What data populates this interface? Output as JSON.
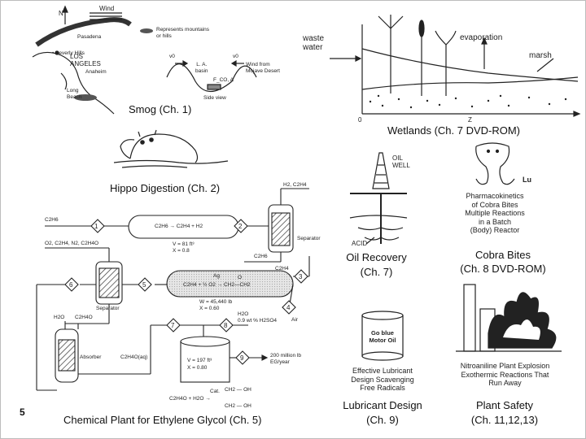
{
  "page_number": "5",
  "captions": {
    "smog": "Smog (Ch. 1)",
    "wetlands": "Wetlands (Ch. 7 DVD-ROM)",
    "hippo": "Hippo Digestion (Ch. 2)",
    "oil_recovery_1": "Oil Recovery",
    "oil_recovery_2": "(Ch. 7)",
    "cobra_1": "Cobra Bites",
    "cobra_2": "(Ch. 8 DVD-ROM)",
    "ethylene": "Chemical Plant for Ethylene Glycol (Ch. 5)",
    "lubricant_1": "Lubricant Design",
    "lubricant_2": "(Ch. 9)",
    "safety_1": "Plant Safety",
    "safety_2": "(Ch. 11,12,13)"
  },
  "smog_map": {
    "north": "N",
    "wind": "Wind",
    "pasadena": "Pasadena",
    "beverly": "• Beverly Hills",
    "los_angeles": "LOS\nANGELES",
    "anaheim": "Anaheim",
    "long_beach": "Long\nBeach",
    "legend": "Represents mountains\nor hills",
    "la_basin": "L. A.\nbasin",
    "wind_mojave": "Wind from\nMojave Desert",
    "side_view": "Side view",
    "fco": "F_CO, A",
    "v0": "v0",
    "v0b": "v0"
  },
  "wetlands_diagram": {
    "waste_water": "waste\nwater",
    "evaporation": "evaporation",
    "marsh": "marsh",
    "zero": "0",
    "z": "Z"
  },
  "oil_well": {
    "title": "OIL\nWELL",
    "acid": "ACID"
  },
  "cobra_panel": {
    "lu": "Lu",
    "text": "Pharmacokinetics\nof Cobra Bites\nMultiple Reactions\nin a Batch\n(Body) Reactor"
  },
  "lubricant_panel": {
    "can_label": "Go blue\nMotor Oil",
    "text": "Effective Lubricant\nDesign Scavenging\nFree Radicals"
  },
  "explosion_panel": {
    "text": "Nitroaniline Plant Explosion\nExothermic Reactions That\nRun Away"
  },
  "ethylene_plant": {
    "s1": "1",
    "s2": "2",
    "s3": "3",
    "s4": "4",
    "s5": "5",
    "s6": "6",
    "s7": "7",
    "s8": "8",
    "s9": "9",
    "feed": "C2H6",
    "top_out": "H2, C2H4",
    "bottom_out": "C2H6",
    "vent": "O2, C2H4, N2, C2H4O",
    "reactor1_eq": "C2H6 → C2H4 + H2",
    "reactor1_v": "V = 81 ft³",
    "reactor1_x": "X = 0.8",
    "reactor1_in": "C2H6",
    "separator": "Separator",
    "separator2": "Separator",
    "ag": "Ag",
    "reactor2_eq": "C2H4 + ½ O2 → CH2—CH2",
    "o_label": "O",
    "reactor2_w": "W = 45,440 lb",
    "reactor2_x": "X = 0.60",
    "c2h4_in": "C2H4",
    "air": "Air",
    "h2o_label": "H2O\n0.9 wt % H2SO4",
    "h2o": "H2O",
    "c2h4o": "C2H4O",
    "absorber": "Absorber",
    "aq": "C2H4O(aq)",
    "tank_v": "V = 197 ft³",
    "tank_x": "X = 0.80",
    "product": "200 million lb\nEG/year",
    "cat": "Cat.",
    "final_eq": "C2H4O + H2O →",
    "ch2oh_1": "CH2 — OH",
    "ch2oh_2": "CH2 — OH"
  }
}
